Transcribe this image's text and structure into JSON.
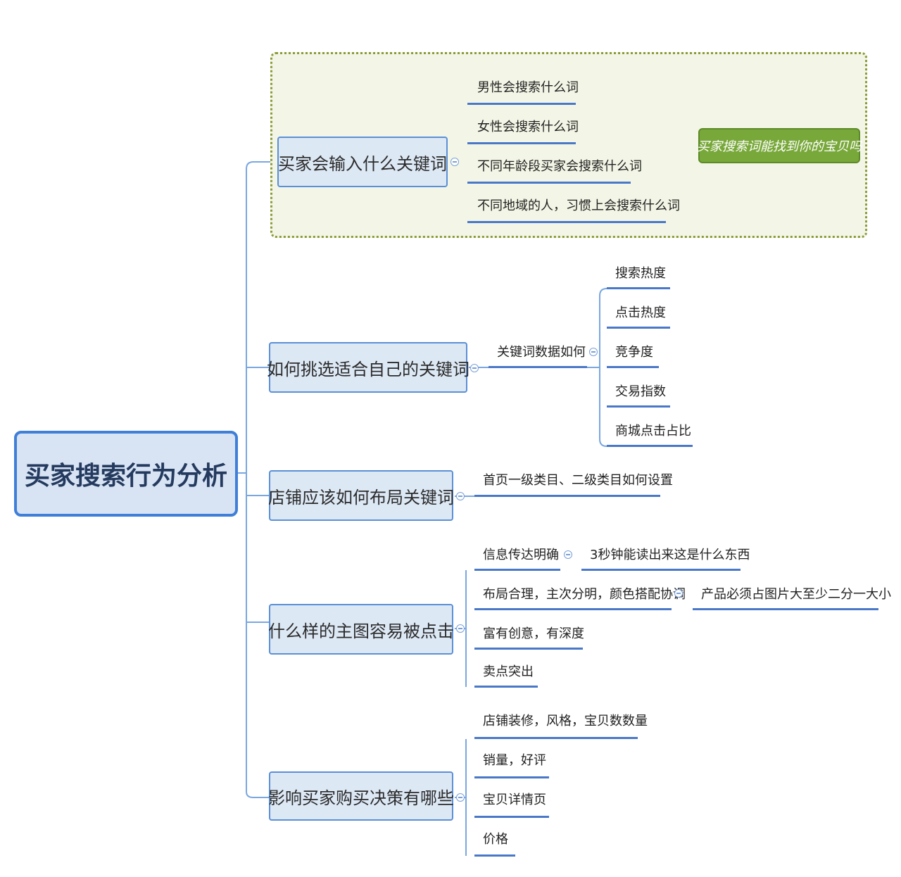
{
  "root": {
    "label": "买家搜索行为分析"
  },
  "branches": [
    {
      "label": "买家会输入什么关键词",
      "children": [
        "男性会搜索什么词",
        "女性会搜索什么词",
        "不同年龄段买家会搜索什么词",
        "不同地域的人，习惯上会搜索什么词"
      ],
      "summary": "买家搜索词能找到你的宝贝吗"
    },
    {
      "label": "如何挑选适合自己的关键词",
      "sub": {
        "label": "关键词数据如何",
        "children": [
          "搜索热度",
          "点击热度",
          "竞争度",
          "交易指数",
          "商城点击占比"
        ]
      }
    },
    {
      "label": "店铺应该如何布局关键词",
      "children": [
        "首页一级类目、二级类目如何设置"
      ]
    },
    {
      "label": "什么样的主图容易被点击",
      "children": [
        {
          "label": "信息传达明确",
          "detail": "3秒钟能读出来这是什么东西"
        },
        {
          "label": "布局合理，主次分明，颜色搭配协调",
          "detail": "产品必须占图片大至少二分一大小"
        },
        {
          "label": "富有创意，有深度"
        },
        {
          "label": "卖点突出"
        }
      ]
    },
    {
      "label": "影响买家购买决策有哪些",
      "children": [
        "店铺装修，风格，宝贝数数量",
        "销量，好评",
        "宝贝详情页",
        "价格"
      ]
    }
  ],
  "colors": {
    "line": "#7aa7e0",
    "underline": "#4a78c8",
    "frame": "#8c9a3a",
    "summary": "#78a83a",
    "node_fill": "#dde8f5",
    "node_border": "#5b8fd6"
  }
}
